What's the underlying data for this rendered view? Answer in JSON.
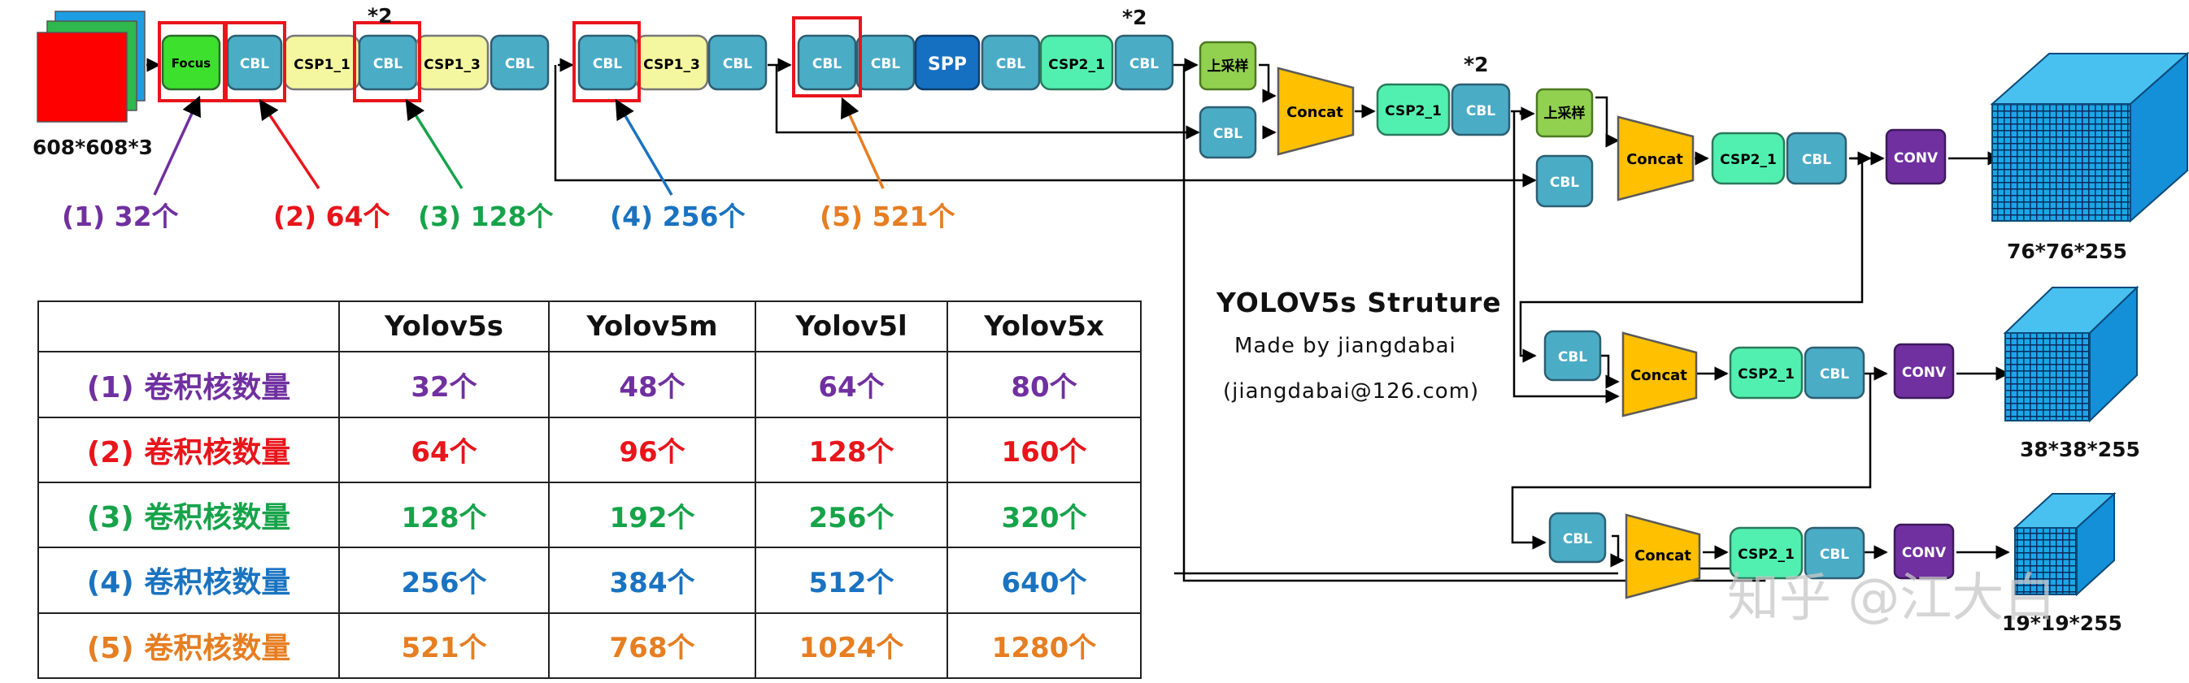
{
  "input": {
    "label": "608*608*3"
  },
  "nodes": {
    "focus": "Focus",
    "cbl": "CBL",
    "csp1_1": "CSP1_1",
    "csp1_3": "CSP1_3",
    "spp": "SPP",
    "csp2_1": "CSP2_1",
    "upsample": "上采样",
    "concat": "Concat",
    "conv": "CONV"
  },
  "multipliers": {
    "x2": "*2"
  },
  "annotations": [
    {
      "text": "(1) 32个",
      "color": "#7030a0"
    },
    {
      "text": "(2) 64个",
      "color": "#e8151b"
    },
    {
      "text": "(3) 128个",
      "color": "#16a34a"
    },
    {
      "text": "(4) 256个",
      "color": "#1a73c0"
    },
    {
      "text": "(5) 521个",
      "color": "#e67e22"
    }
  ],
  "outputs": [
    "76*76*255",
    "38*38*255",
    "19*19*255"
  ],
  "title": {
    "main": "YOLOV5s Struture",
    "author": "Made by jiangdabai",
    "email": "(jiangdabai@126.com)"
  },
  "table": {
    "headers": [
      "",
      "Yolov5s",
      "Yolov5m",
      "Yolov5l",
      "Yolov5x"
    ],
    "rows": [
      {
        "label": "(1) 卷积核数量",
        "color": "#7030a0",
        "values": [
          "32个",
          "48个",
          "64个",
          "80个"
        ]
      },
      {
        "label": "(2) 卷积核数量",
        "color": "#e8151b",
        "values": [
          "64个",
          "96个",
          "128个",
          "160个"
        ]
      },
      {
        "label": "(3) 卷积核数量",
        "color": "#16a34a",
        "values": [
          "128个",
          "192个",
          "256个",
          "320个"
        ]
      },
      {
        "label": "(4) 卷积核数量",
        "color": "#1a73c0",
        "values": [
          "256个",
          "384个",
          "512个",
          "640个"
        ]
      },
      {
        "label": "(5) 卷积核数量",
        "color": "#e67e22",
        "values": [
          "521个",
          "768个",
          "1024个",
          "1280个"
        ]
      }
    ]
  },
  "watermark": "知乎 @江大白",
  "colors": {
    "cbl": "#4bacc6",
    "csp1": "#f5f7a0",
    "csp2": "#52f0b0",
    "spp": "#1570c2",
    "focus": "#3ee02e",
    "upsample": "#92d050",
    "concat": "#ffc000",
    "conv": "#7030a0",
    "cube": "#1aa7e8",
    "highlight": "#e8151b"
  }
}
